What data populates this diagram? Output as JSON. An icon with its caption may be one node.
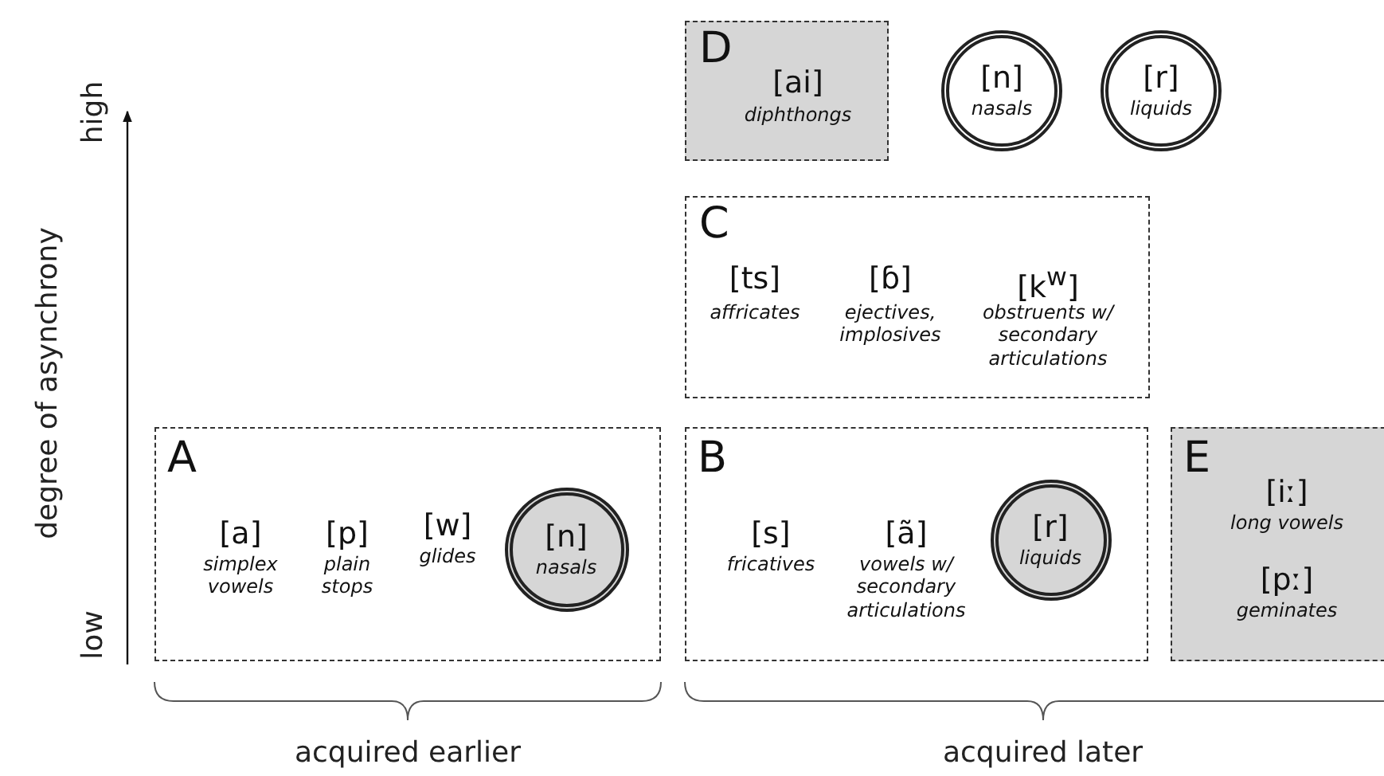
{
  "diagram": {
    "nodes": [
      {
        "text": [
          "D",
          "[ai]",
          "diphthongs"
        ]
      },
      {
        "text": [
          "[n]",
          "nasals"
        ]
      },
      {
        "text": [
          "[r]",
          "liquids"
        ]
      },
      {
        "text": [
          "C",
          "[ts]",
          "affricates",
          "[ɓ]",
          "ejectives, implosives",
          "[k$^{w}$]",
          "obstruents w/ secondary articulations"
        ]
      },
      {
        "text": [
          "A",
          "[a]",
          "simplex vowels",
          "[p]",
          "plain stops",
          "[w]",
          "glides"
        ]
      },
      {
        "text": [
          "[n]",
          "nasals"
        ],
        "in": 4
      },
      {
        "text": [
          "B",
          "[s]",
          "fricatives",
          "[ã]",
          "vowels w/ secondary articulations"
        ]
      },
      {
        "text": [
          "[r]",
          "liquids"
        ],
        "in": 6
      },
      {
        "text": [
          "E",
          "[iː]",
          "long vowels",
          "[pː]",
          "geminates"
        ]
      }
    ],
    "labels": [
      "high",
      "degree of asynchrony",
      "low",
      "acquired earlier",
      "acquired later"
    ]
  }
}
